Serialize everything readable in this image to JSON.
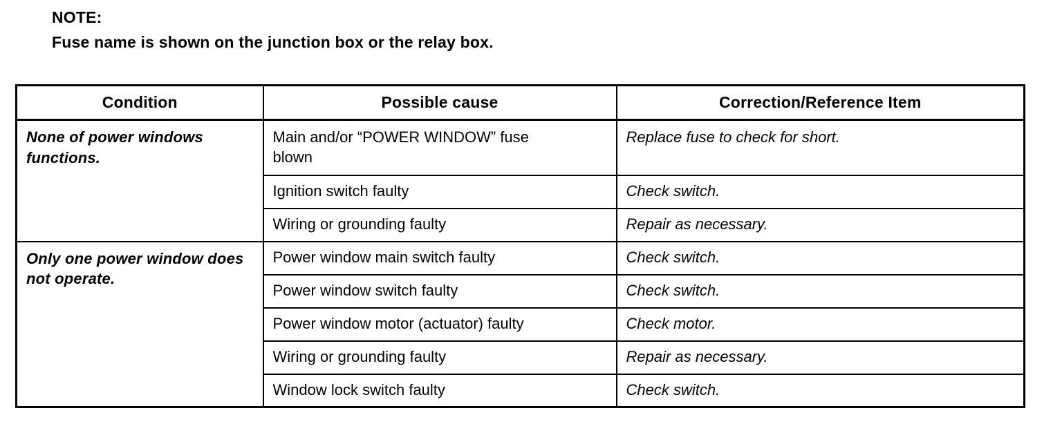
{
  "note": {
    "label": "NOTE:",
    "text": "Fuse name is shown on the junction box or the relay box."
  },
  "table": {
    "headers": [
      "Condition",
      "Possible cause",
      "Correction/Reference Item"
    ],
    "groups": [
      {
        "condition": "None of power windows functions.",
        "rows": [
          {
            "cause": "Main and/or “POWER WINDOW” fuse\nblown",
            "correction": "Replace fuse to check for short."
          },
          {
            "cause": "Ignition switch faulty",
            "correction": "Check switch."
          },
          {
            "cause": "Wiring or grounding faulty",
            "correction": "Repair as necessary."
          }
        ]
      },
      {
        "condition": "Only one power window does not operate.",
        "rows": [
          {
            "cause": "Power window main switch faulty",
            "correction": "Check switch."
          },
          {
            "cause": "Power window switch faulty",
            "correction": "Check switch."
          },
          {
            "cause": "Power window motor (actuator) faulty",
            "correction": "Check motor."
          },
          {
            "cause": "Wiring or grounding faulty",
            "correction": "Repair as necessary."
          },
          {
            "cause": "Window lock switch faulty",
            "correction": "Check switch."
          }
        ]
      }
    ]
  }
}
